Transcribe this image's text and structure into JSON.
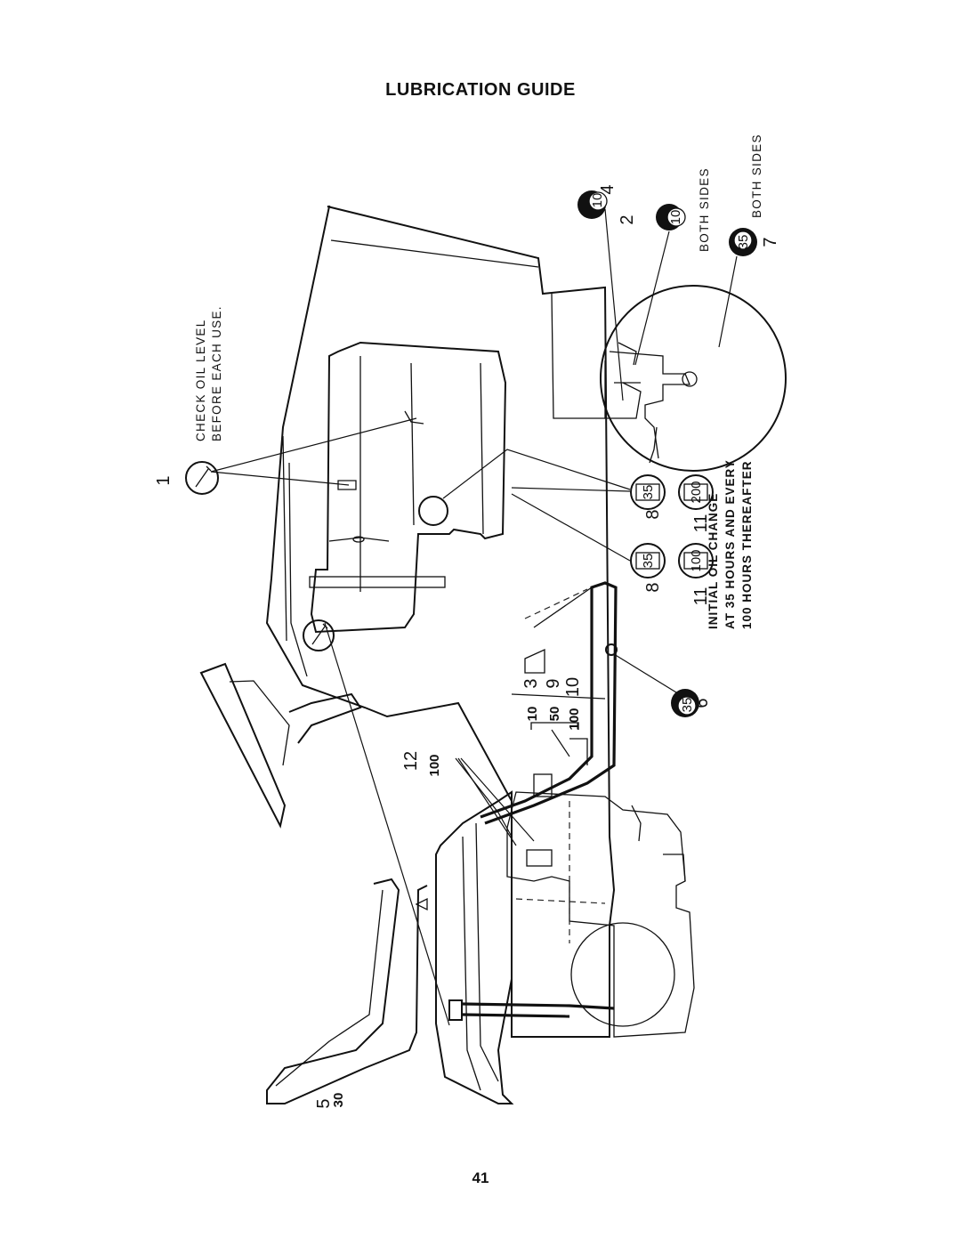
{
  "title": "LUBRICATION GUIDE",
  "page_number": "41",
  "captions": {
    "check_oil_line1": "CHECK OIL LEVEL",
    "check_oil_line2": "BEFORE EACH USE.",
    "initial_line1": "INITIAL OIL CHANGE",
    "initial_line2": "AT 35 HOURS AND EVERY",
    "initial_line3": "100 HOURS THEREAFTER",
    "both_sides_1": "BOTH SIDES",
    "both_sides_2": "BOTH SIDES"
  },
  "callouts": {
    "c1": "1",
    "c2": "2",
    "c3": "3",
    "c4": "4",
    "c5": "5",
    "c6": "6",
    "c7": "7",
    "c8a": "8",
    "c8b": "8",
    "c9": "9",
    "c10": "10",
    "c11a": "11",
    "c11b": "11",
    "c12": "12"
  },
  "intervals": {
    "i10_a": "10",
    "i10_b": "10",
    "i10_c": "10",
    "i30": "30",
    "i35_a": "35",
    "i35_b": "35",
    "i35_c": "35",
    "i35_d": "35",
    "i50": "50",
    "i100_a": "100",
    "i100_b": "100",
    "i100_c": "100",
    "i200": "200"
  },
  "icons": [
    "oil-dipstick-icon",
    "oil-can-icon",
    "engine-oil-icon"
  ]
}
